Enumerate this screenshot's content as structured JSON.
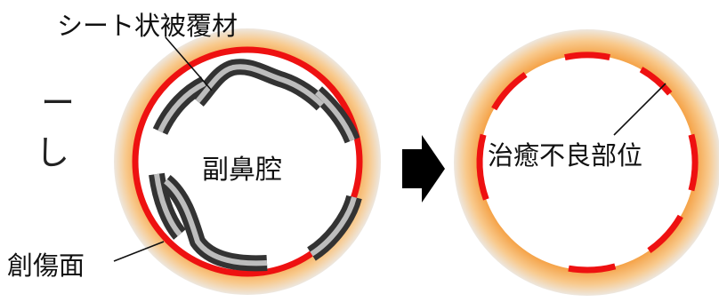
{
  "labels": {
    "sheet_material": "シート状被覆材",
    "wound_surface": "創傷面",
    "paranasal_sinus": "副鼻腔",
    "poor_healing_site": "治癒不良部位",
    "cut_off_text": [
      "ー",
      "し"
    ]
  },
  "colors": {
    "halo_outer": "#e6e6e6",
    "halo_orange": "#f5a44a",
    "ring_red": "#ee1111",
    "sheet_dark": "#333333",
    "sheet_light": "#b9b9b9",
    "inner": "#ffffff"
  },
  "icons": {
    "arrow": "right-arrow-icon"
  }
}
